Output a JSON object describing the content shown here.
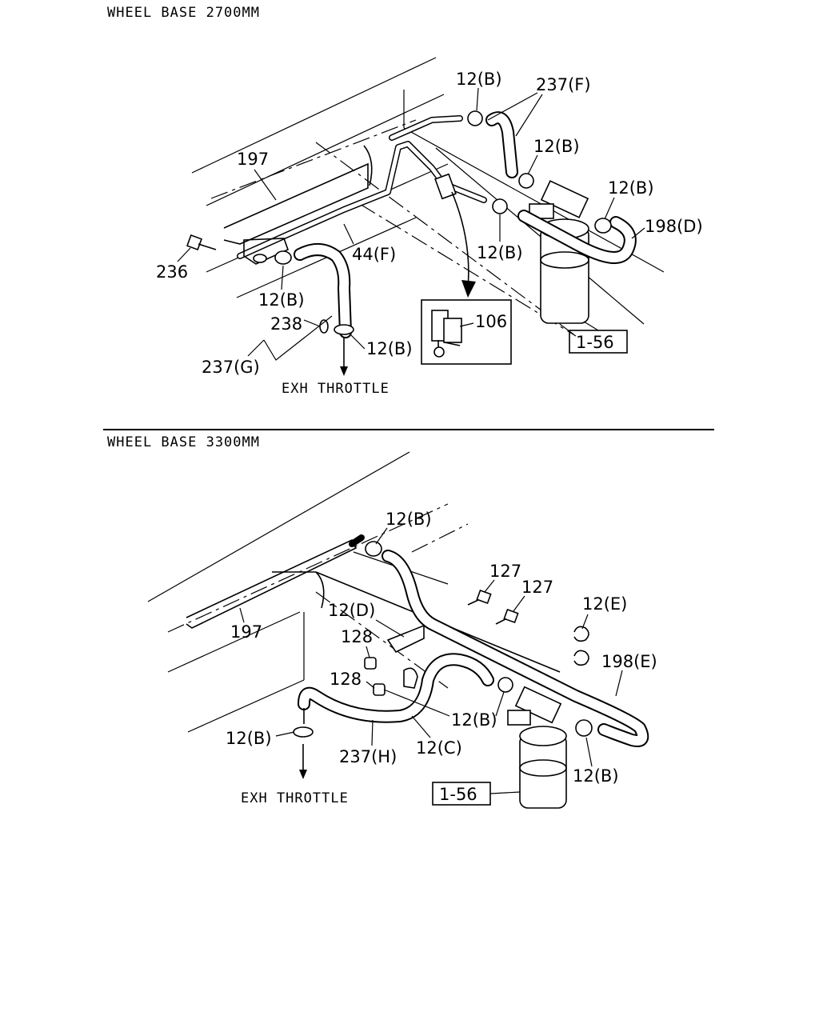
{
  "sections": [
    {
      "title": "WHEEL BASE 2700MM",
      "note": "EXH THROTTLE",
      "box_ref": "1-56",
      "labels": [
        "12(B)",
        "237(F)",
        "12(B)",
        "12(B)",
        "197",
        "198(D)",
        "12(B)",
        "236",
        "44(F)",
        "12(B)",
        "238",
        "106",
        "12(B)",
        "237(G)"
      ]
    },
    {
      "title": "WHEEL BASE 3300MM",
      "note": "EXH THROTTLE",
      "box_ref": "1-56",
      "labels": [
        "12(B)",
        "127",
        "127",
        "12(E)",
        "12(D)",
        "197",
        "128",
        "198(E)",
        "128",
        "12(B)",
        "12(B)",
        "237(H)",
        "12(C)",
        "12(B)"
      ]
    }
  ]
}
